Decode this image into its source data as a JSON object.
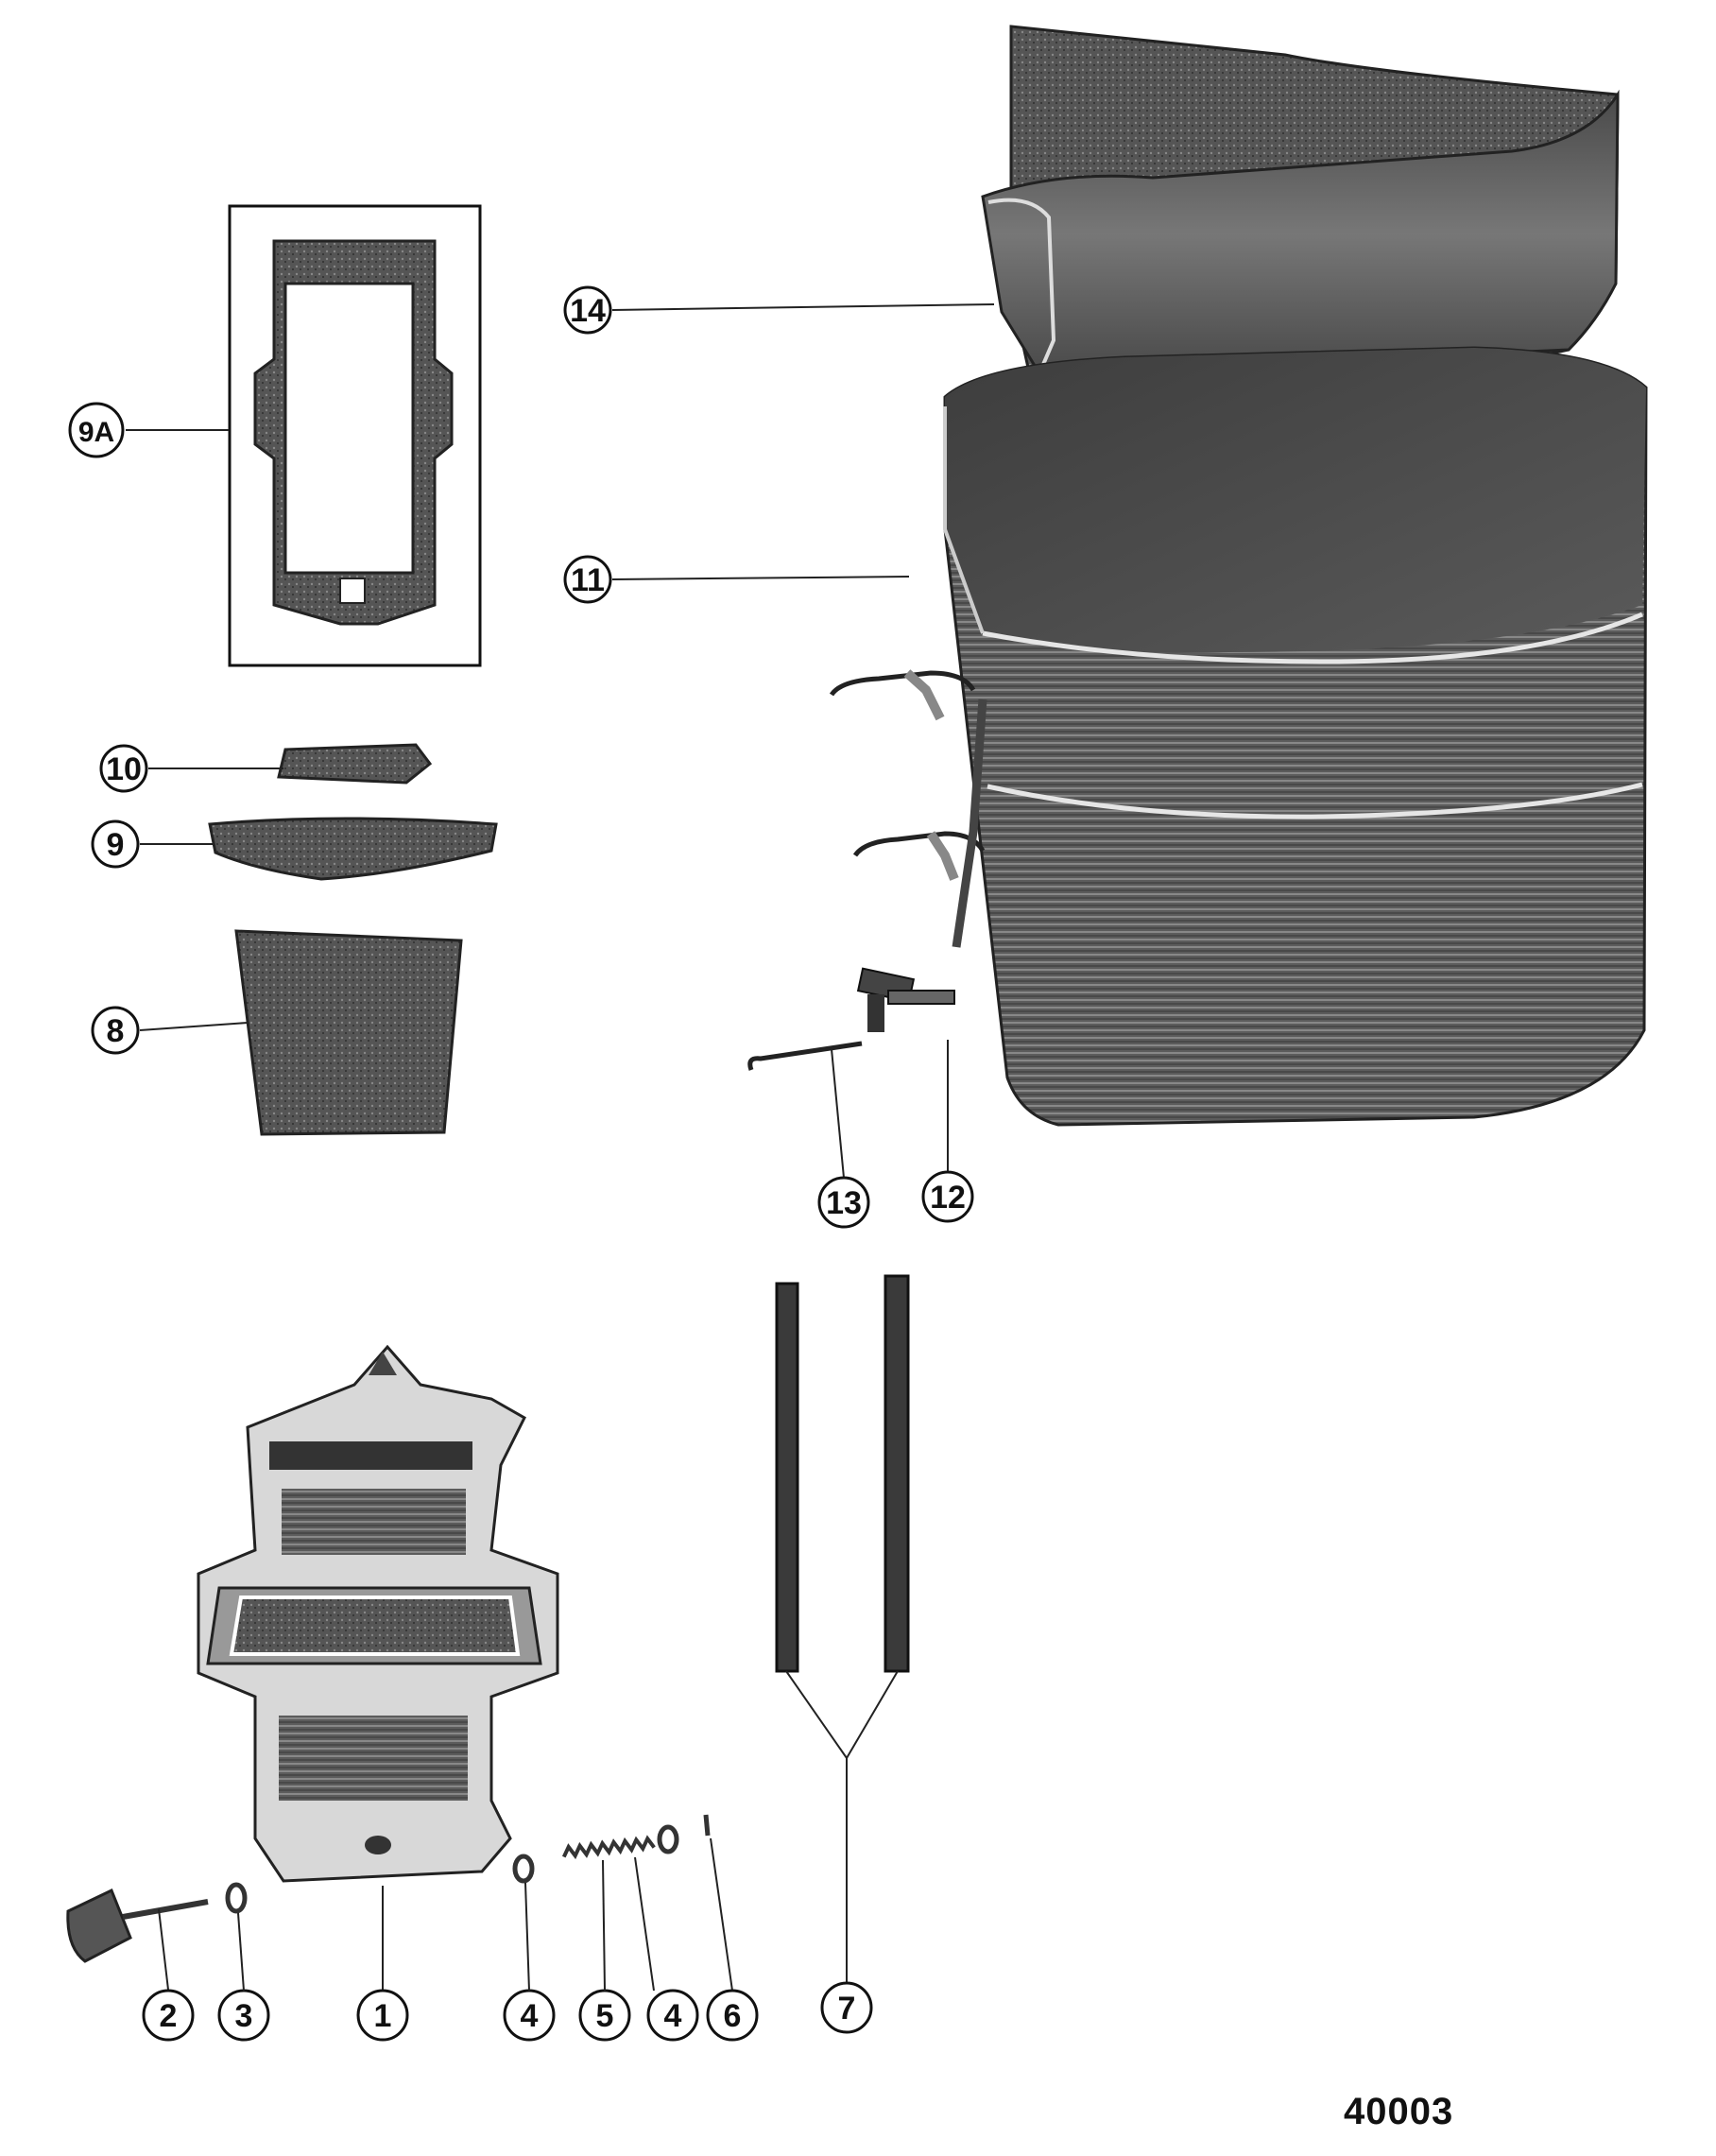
{
  "figure_number": "40003",
  "callouts": {
    "c1": "1",
    "c2": "2",
    "c3": "3",
    "c4a": "4",
    "c4b": "4",
    "c5": "5",
    "c6": "6",
    "c7": "7",
    "c8": "8",
    "c9": "9",
    "c9a": "9A",
    "c10": "10",
    "c11": "11",
    "c12": "12",
    "c13": "13",
    "c14": "14"
  },
  "colors": {
    "ink": "#1a1a1a",
    "part_dark": "#3a3a3a",
    "part_mid": "#6e6e6e",
    "part_light": "#b5b5b5",
    "paper": "#ffffff"
  }
}
